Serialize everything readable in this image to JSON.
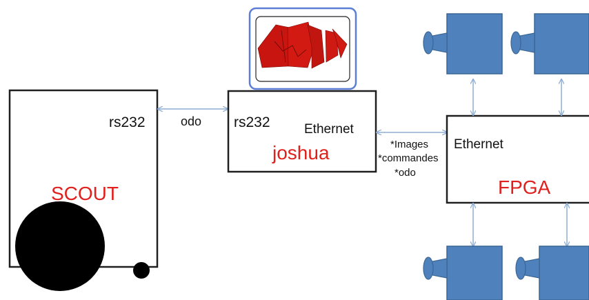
{
  "blocks": {
    "scout": {
      "title": "SCOUT",
      "port_label": "rs232"
    },
    "joshua": {
      "title": "joshua",
      "port_left": "rs232",
      "port_right": "Ethernet"
    },
    "fpga": {
      "title": "FPGA",
      "port_label": "Ethernet"
    }
  },
  "links": {
    "scout_joshua": {
      "label": "odo"
    },
    "joshua_fpga": {
      "lines": [
        "*Images",
        "*commandes",
        "*odo"
      ]
    }
  },
  "colors": {
    "title_red": "#e0201c",
    "camera_fill": "#4f81bd",
    "camera_stroke": "#3a6694",
    "arrow": "#8eaed4",
    "thumb_border": "#5a7dd6",
    "map_red": "#c8150f"
  },
  "icons": {
    "cameras": [
      "camera-icon",
      "camera-icon",
      "camera-icon",
      "camera-icon"
    ],
    "map_thumbnail": "map-thumbnail-icon",
    "wheels": [
      "wheel-icon",
      "wheel-icon"
    ]
  }
}
